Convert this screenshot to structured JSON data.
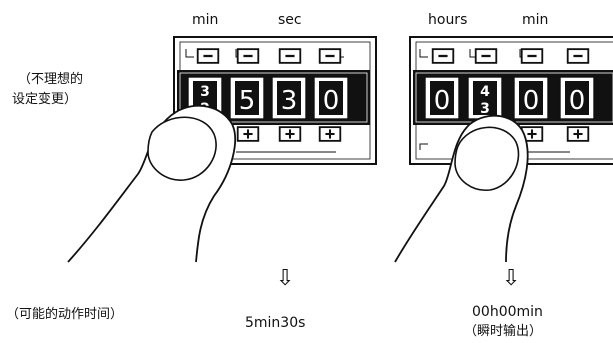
{
  "left": {
    "unit_labels": [
      "min",
      "sec"
    ],
    "digits": [
      "",
      "5",
      "3",
      "0"
    ],
    "result": "5min30s"
  },
  "right": {
    "unit_labels": [
      "hours",
      "min"
    ],
    "digits": [
      "0",
      "",
      "0",
      "0"
    ],
    "result": "00h00min",
    "result_note": "（瞬时输出）"
  },
  "side_labels": {
    "undesired_setting_change": [
      "（不理想的",
      "设定变更）"
    ],
    "possible_action_time": "（可能的动作时间）"
  },
  "glyphs": {
    "arrow": "⇩",
    "minus": "−",
    "plus": "+"
  }
}
